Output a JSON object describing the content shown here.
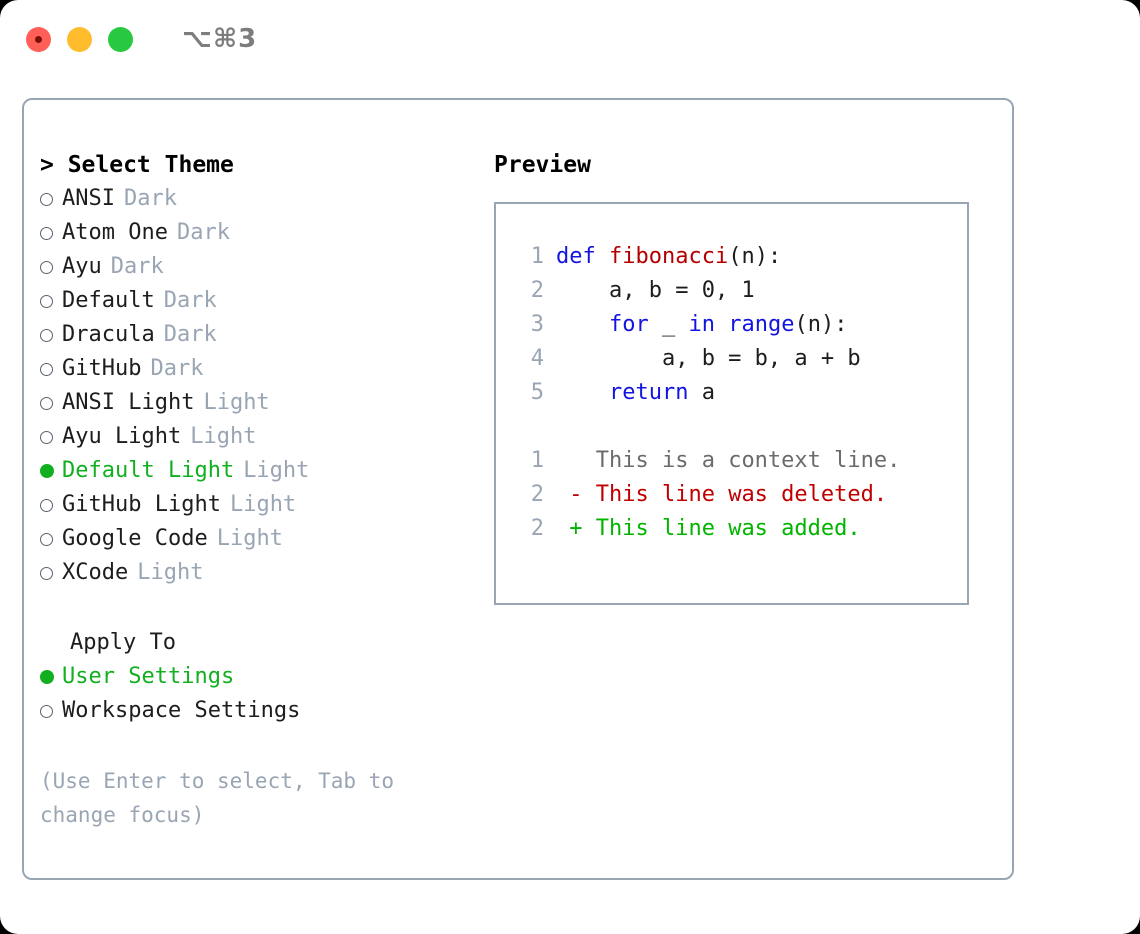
{
  "titlebar": {
    "buttons": [
      "close",
      "minimize",
      "maximize"
    ],
    "shortcut": "⌥⌘3"
  },
  "theme_picker": {
    "header": "> Select Theme",
    "options": [
      {
        "label": "ANSI",
        "tag": "Dark",
        "selected": false
      },
      {
        "label": "Atom One",
        "tag": "Dark",
        "selected": false
      },
      {
        "label": "Ayu",
        "tag": "Dark",
        "selected": false
      },
      {
        "label": "Default",
        "tag": "Dark",
        "selected": false
      },
      {
        "label": "Dracula",
        "tag": "Dark",
        "selected": false
      },
      {
        "label": "GitHub",
        "tag": "Dark",
        "selected": false
      },
      {
        "label": "ANSI Light",
        "tag": "Light",
        "selected": false
      },
      {
        "label": "Ayu Light",
        "tag": "Light",
        "selected": false
      },
      {
        "label": "Default Light",
        "tag": "Light",
        "selected": true
      },
      {
        "label": "GitHub Light",
        "tag": "Light",
        "selected": false
      },
      {
        "label": "Google Code",
        "tag": "Light",
        "selected": false
      },
      {
        "label": "XCode",
        "tag": "Light",
        "selected": false
      }
    ]
  },
  "apply_to": {
    "title": "Apply To",
    "options": [
      {
        "label": "User Settings",
        "selected": true
      },
      {
        "label": "Workspace Settings",
        "selected": false
      }
    ]
  },
  "hint": "(Use Enter to select, Tab to change focus)",
  "preview": {
    "title": "Preview",
    "code_lines": [
      {
        "number": "1",
        "segments": [
          {
            "text": "def ",
            "type": "keyword"
          },
          {
            "text": "fibonacci",
            "type": "function"
          },
          {
            "text": "(n):",
            "type": "plain"
          }
        ]
      },
      {
        "number": "2",
        "segments": [
          {
            "text": "    a, b = 0, 1",
            "type": "plain"
          }
        ]
      },
      {
        "number": "3",
        "segments": [
          {
            "text": "    ",
            "type": "plain"
          },
          {
            "text": "for",
            "type": "keyword"
          },
          {
            "text": " _ ",
            "type": "plain"
          },
          {
            "text": "in",
            "type": "keyword"
          },
          {
            "text": " ",
            "type": "plain"
          },
          {
            "text": "range",
            "type": "keyword"
          },
          {
            "text": "(n):",
            "type": "plain"
          }
        ]
      },
      {
        "number": "4",
        "segments": [
          {
            "text": "        a, b = b, a + b",
            "type": "plain"
          }
        ]
      },
      {
        "number": "5",
        "segments": [
          {
            "text": "    ",
            "type": "plain"
          },
          {
            "text": "return",
            "type": "keyword"
          },
          {
            "text": " a",
            "type": "plain"
          }
        ]
      }
    ],
    "diff_lines": [
      {
        "number": "1",
        "marker": " ",
        "text": " This is a context line.",
        "type": "context"
      },
      {
        "number": "2",
        "marker": "-",
        "text": " This line was deleted.",
        "type": "deleted"
      },
      {
        "number": "2",
        "marker": "+",
        "text": " This line was added.",
        "type": "added"
      }
    ]
  },
  "colors": {
    "accent_green": "#12b021",
    "muted_gray": "#9aa5b4",
    "keyword_blue": "#1414e0",
    "function_red": "#b40000",
    "diff_delete": "#c00000",
    "diff_add": "#00b400",
    "border": "#9aa5b4"
  }
}
